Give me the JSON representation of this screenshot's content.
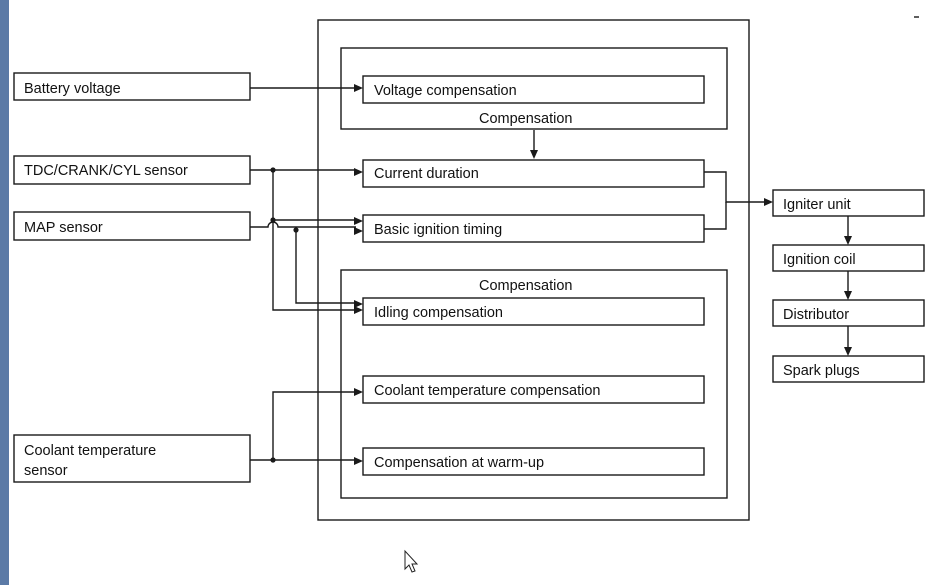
{
  "inputs": {
    "battery_voltage": "Battery voltage",
    "tdc_sensor": "TDC/CRANK/CYL sensor",
    "map_sensor": "MAP sensor",
    "coolant_sensor_line1": "Coolant temperature",
    "coolant_sensor_line2": "sensor"
  },
  "ecu": {
    "top_group": {
      "voltage_compensation": "Voltage compensation",
      "caption": "Compensation"
    },
    "current_duration": "Current duration",
    "basic_ignition_timing": "Basic ignition timing",
    "bottom_group": {
      "caption": "Compensation",
      "idling_compensation": "Idling compensation",
      "coolant_temperature_compensation": "Coolant temperature compensation",
      "compensation_at_warmup": "Compensation at warm-up"
    }
  },
  "outputs": {
    "igniter_unit": "Igniter unit",
    "ignition_coil": "Ignition coil",
    "distributor": "Distributor",
    "spark_plugs": "Spark plugs"
  },
  "colors": {
    "line": "#1a1a1a",
    "background": "#ffffff",
    "left_stripe": "#5b7aa6"
  },
  "icons": {
    "cursor": "mouse-pointer-icon"
  }
}
